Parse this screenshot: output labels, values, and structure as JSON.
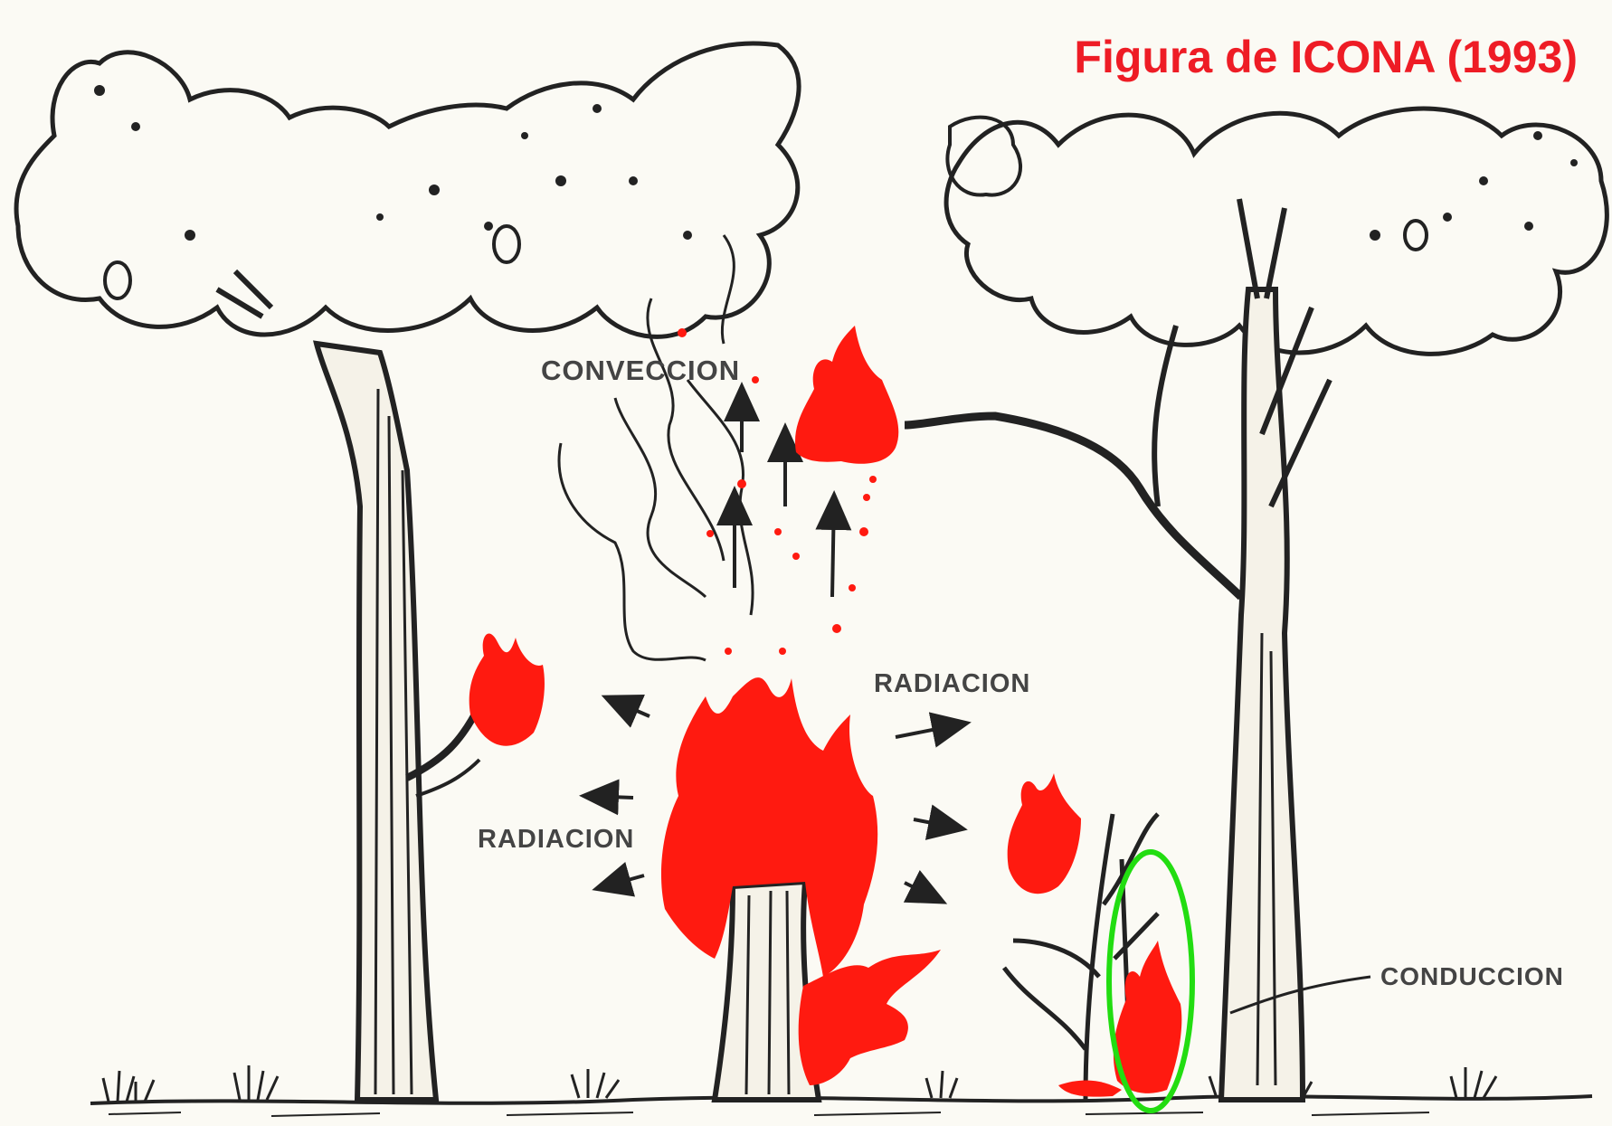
{
  "caption": "Figura de ICONA (1993)",
  "labels": {
    "convection": "CONVECCION",
    "radiation_right": "RADIACION",
    "radiation_left": "RADIACION",
    "conduction": "CONDUCCION"
  },
  "colors": {
    "caption": "#ee1c25",
    "fire": "#ff1a10",
    "ink": "#222222",
    "highlight": "#22dd11",
    "background": "#fbfaf4"
  }
}
